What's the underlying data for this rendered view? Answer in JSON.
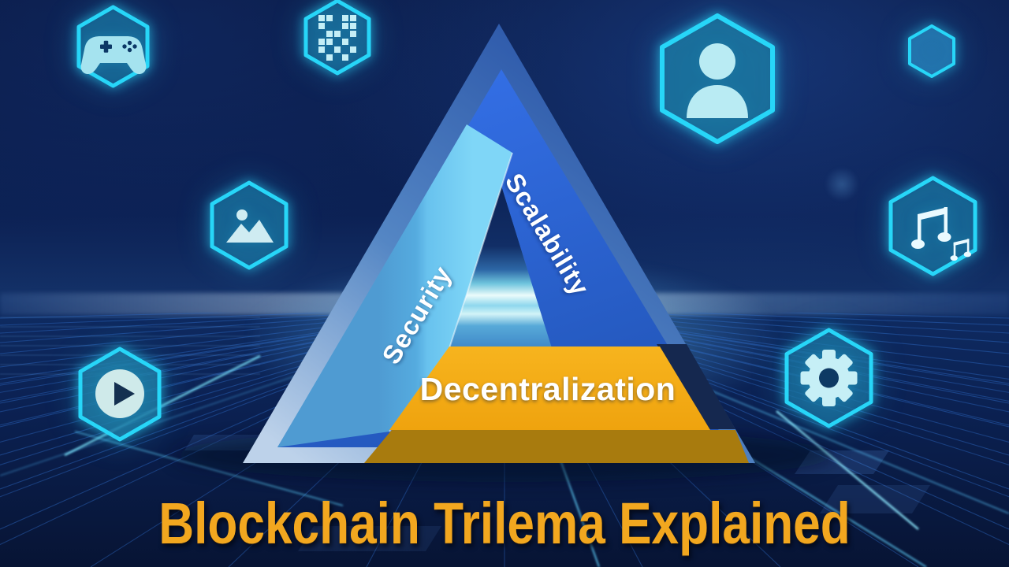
{
  "title": "Blockchain Trilema Explained",
  "triangle": {
    "sides": [
      {
        "id": "security",
        "label": "Security",
        "color": "#62c2ee"
      },
      {
        "id": "scalability",
        "label": "Scalability",
        "color": "#2a62d2"
      },
      {
        "id": "decentralization",
        "label": "Decentralization",
        "color": "#f5ae18"
      }
    ]
  },
  "icons": [
    {
      "name": "game-controller-icon"
    },
    {
      "name": "qr-code-icon"
    },
    {
      "name": "user-icon"
    },
    {
      "name": "hexagon-outline-icon"
    },
    {
      "name": "image-icon"
    },
    {
      "name": "music-notes-icon"
    },
    {
      "name": "play-icon"
    },
    {
      "name": "gear-icon"
    }
  ],
  "colors": {
    "background": "#0b1d4a",
    "hex_border": "#27d6f8",
    "title_text": "#f2a71f",
    "security_band": "#62c2ee",
    "scalability_band": "#2a62d2",
    "decentralization_band": "#f5ae18",
    "base_extrusion": "#a87b0e",
    "grid_line": "#2e6cc8"
  }
}
